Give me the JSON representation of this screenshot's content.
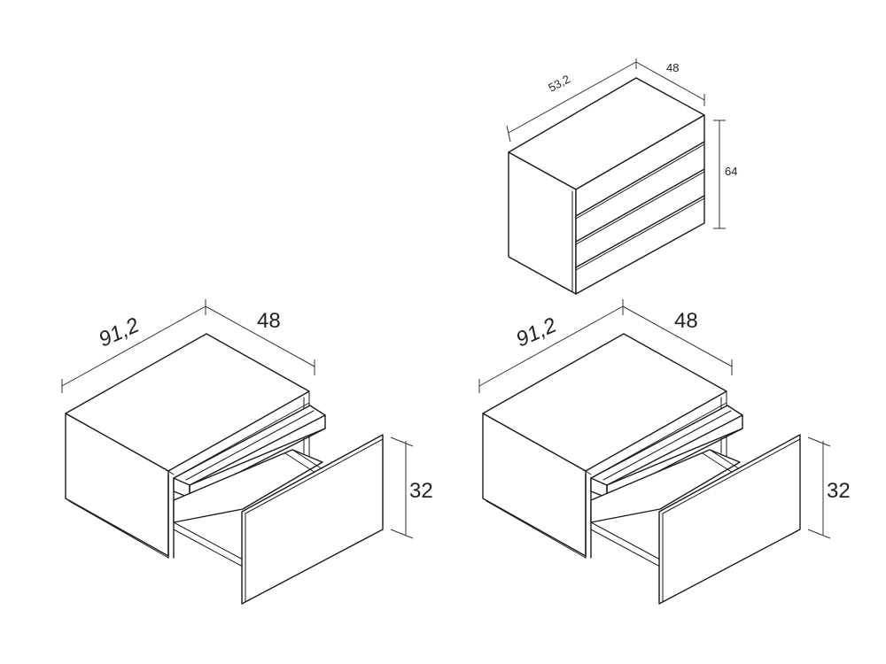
{
  "dresser": {
    "width_label": "53,2",
    "depth_label": "48",
    "height_label": "64"
  },
  "nightstand_left": {
    "width_label": "91,2",
    "depth_label": "48",
    "height_label": "32"
  },
  "nightstand_right": {
    "width_label": "91,2",
    "depth_label": "48",
    "height_label": "32"
  },
  "colors": {
    "line": "#1a1a1a",
    "background": "#ffffff"
  }
}
